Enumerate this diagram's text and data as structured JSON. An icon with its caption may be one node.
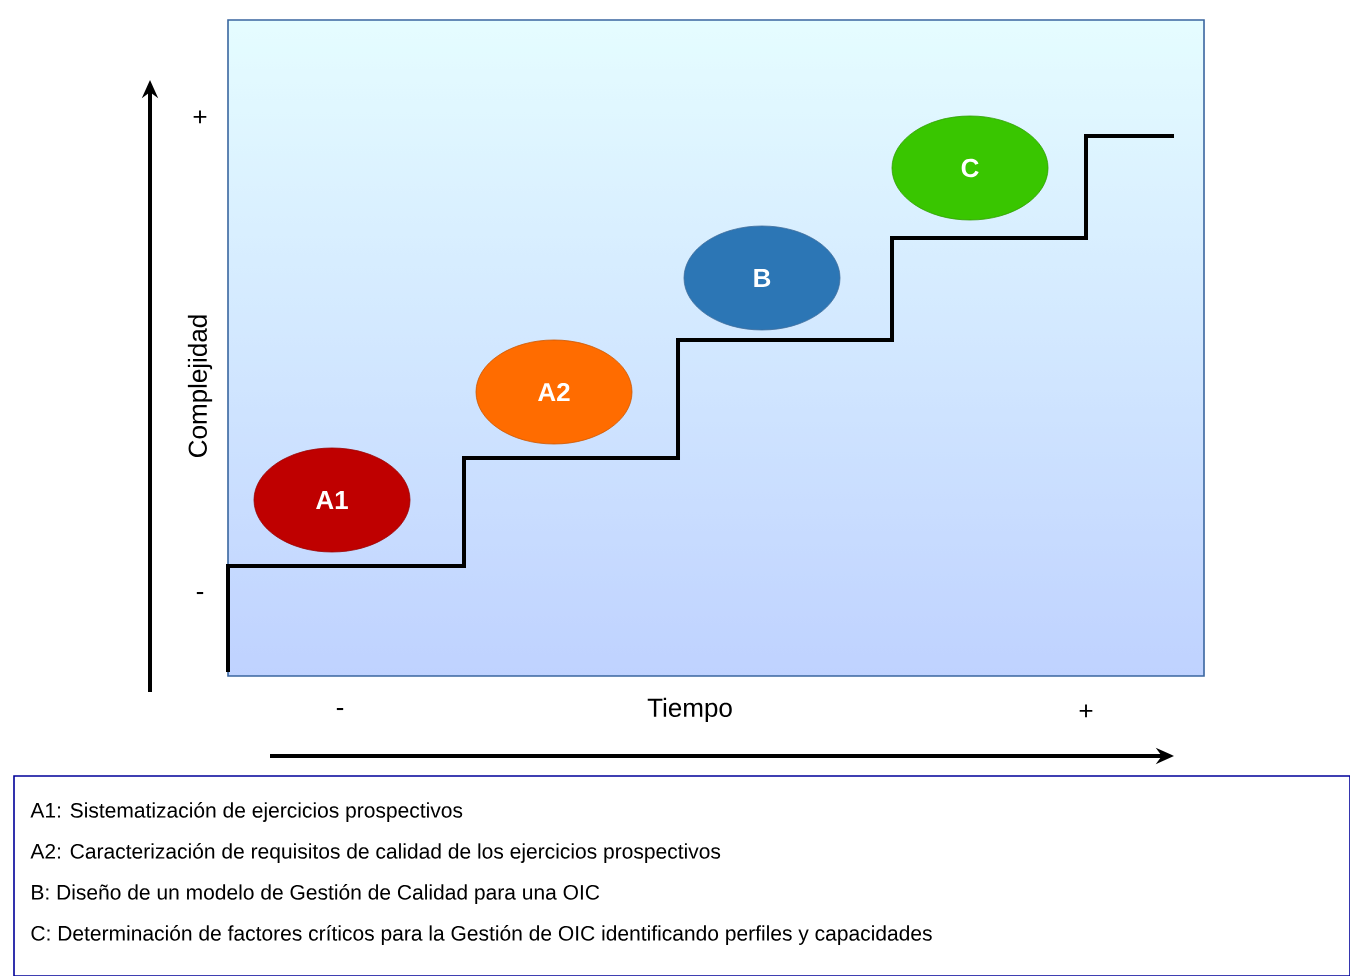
{
  "diagram": {
    "nodes": [
      {
        "text": [
          "A1"
        ]
      },
      {
        "text": [
          "A2"
        ]
      },
      {
        "text": [
          "B"
        ]
      },
      {
        "text": [
          "C"
        ]
      },
      {
        "text": [
          "A1: Sistematización de ejercicios prospectivos",
          "A2: Caracterización de requisitos de calidad de los ejercicios prospectivos",
          "B: Diseño de un modelo de Gestión de Calidad para una OIC",
          "C: Determinación de factores críticos para la Gestión de OIC identificando perfiles y capacidades"
        ]
      }
    ],
    "edges": [],
    "labels": [
      "+",
      "Complejidad",
      "-",
      "-",
      "Tiempo",
      "+"
    ]
  }
}
